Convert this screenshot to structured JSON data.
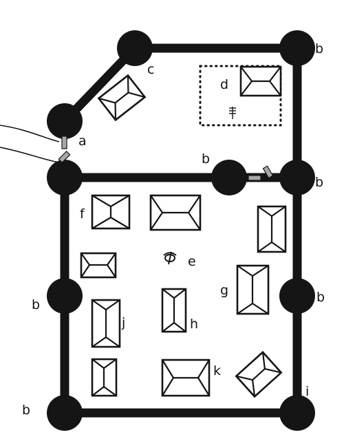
{
  "labels": {
    "a": "a",
    "b": "b",
    "c": "c",
    "d": "d",
    "e": "e",
    "f": "f",
    "g": "g",
    "h": "h",
    "i": "i",
    "j": "j",
    "k": "k"
  },
  "colors": {
    "ink": "#151515",
    "gate_fill": "#a8a8a8",
    "background": "#ffffff"
  }
}
